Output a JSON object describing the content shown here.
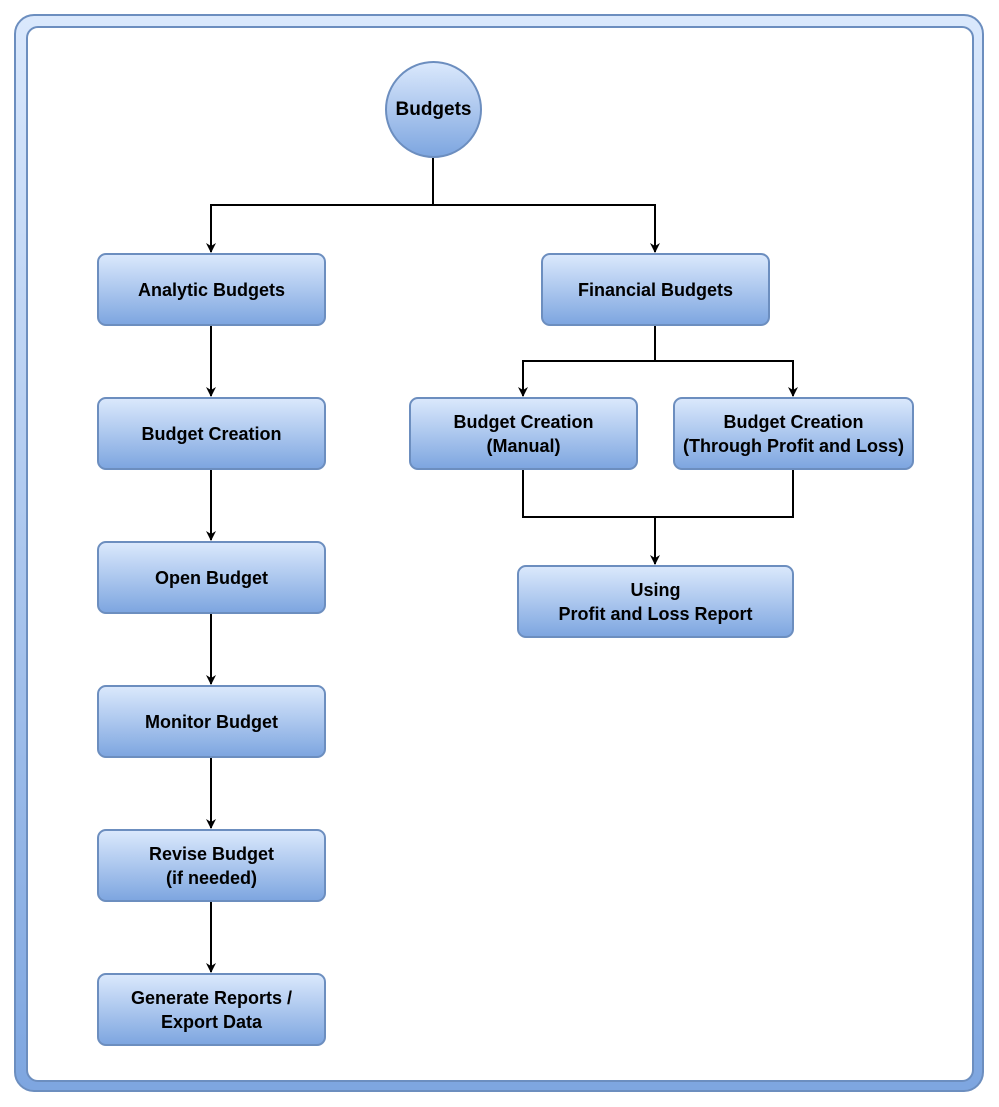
{
  "diagram": {
    "root": {
      "label": "Budgets"
    },
    "analytic": {
      "header": "Analytic Budgets",
      "steps": [
        "Budget Creation",
        "Open Budget",
        "Monitor Budget",
        "Revise Budget\n(if needed)",
        "Generate Reports /\nExport Data"
      ]
    },
    "financial": {
      "header": "Financial Budgets",
      "manual": "Budget Creation\n(Manual)",
      "through_pl": "Budget Creation\n(Through Profit and Loss)",
      "result": "Using\nProfit and Loss Report"
    }
  },
  "colors": {
    "stroke": "#6c8ebf",
    "fill_top": "#dae8fc",
    "fill_bottom": "#7ea6e0",
    "connector": "#000000"
  }
}
